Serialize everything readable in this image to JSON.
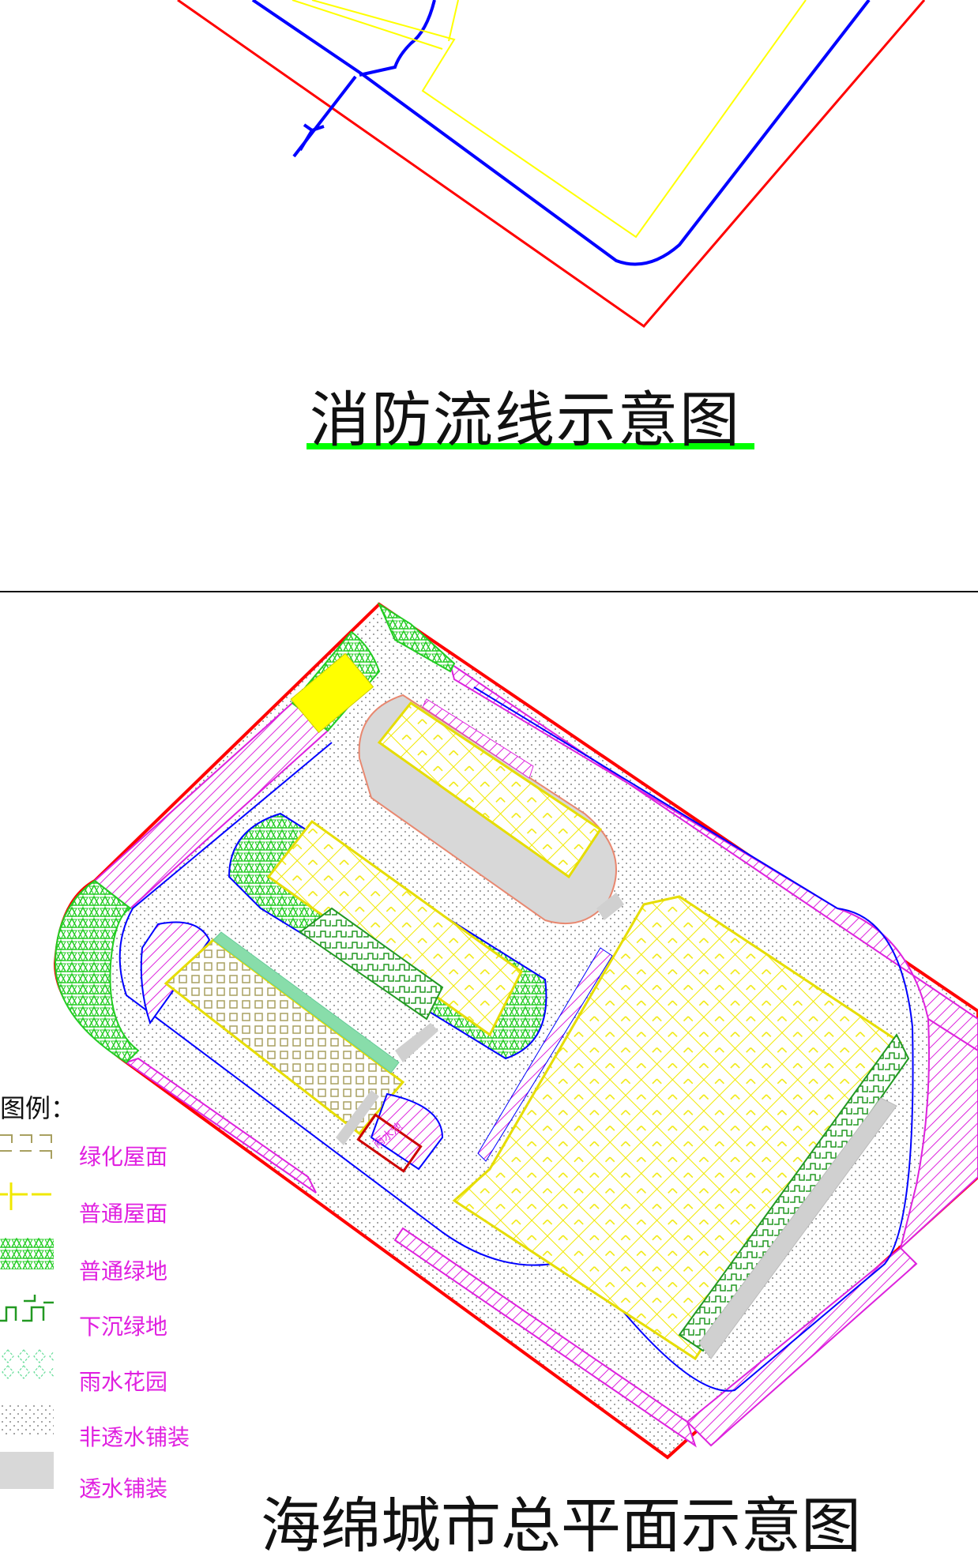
{
  "diagram_top": {
    "title": "消防流线示意图",
    "colors": {
      "site_boundary": "#ff0000",
      "fire_route": "#0000ff",
      "building": "#ffff00",
      "underline": "#00ff00"
    }
  },
  "diagram_bottom": {
    "title": "海绵城市总平面示意图",
    "building_label": "雨水池",
    "legend": {
      "title": "图例：",
      "items": [
        {
          "label": "绿化屋面",
          "icon": "green-roof-swatch"
        },
        {
          "label": "普通屋面",
          "icon": "normal-roof-swatch"
        },
        {
          "label": "普通绿地",
          "icon": "normal-green-swatch"
        },
        {
          "label": "下沉绿地",
          "icon": "sunken-green-swatch"
        },
        {
          "label": "雨水花园",
          "icon": "rain-garden-swatch"
        },
        {
          "label": "非透水铺装",
          "icon": "impervious-paving-swatch"
        },
        {
          "label": "透水铺装",
          "icon": "permeable-paving-swatch"
        }
      ]
    },
    "colors": {
      "site_boundary": "#ff0000",
      "fire_route": "#0000ff",
      "roof": "#ffff00",
      "green_roof": "#a8a060",
      "green": "#22cc22",
      "hatch": "#dd22dd",
      "paving": "#d0d0d0",
      "rain_garden": "#88ddaa"
    }
  }
}
